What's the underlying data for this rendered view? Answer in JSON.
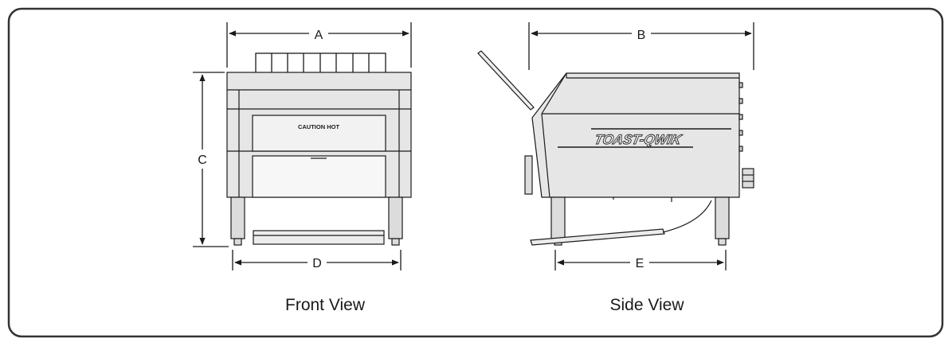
{
  "views": [
    {
      "label": "Front View",
      "dimensions": [
        "A",
        "C",
        "D"
      ]
    },
    {
      "label": "Side View",
      "dimensions": [
        "B",
        "E"
      ]
    }
  ],
  "front": {
    "panel_label": "CAUTION HOT"
  },
  "side": {
    "brand_text": "TOAST-QWIK"
  },
  "dimension_labels": {
    "a": "A",
    "b": "B",
    "c": "C",
    "d": "D",
    "e": "E"
  },
  "colors": {
    "frame": "#333333",
    "line": "#1a1a1a",
    "body_shade": "#e6e6e6",
    "panel_shade": "#dcdcdc"
  }
}
